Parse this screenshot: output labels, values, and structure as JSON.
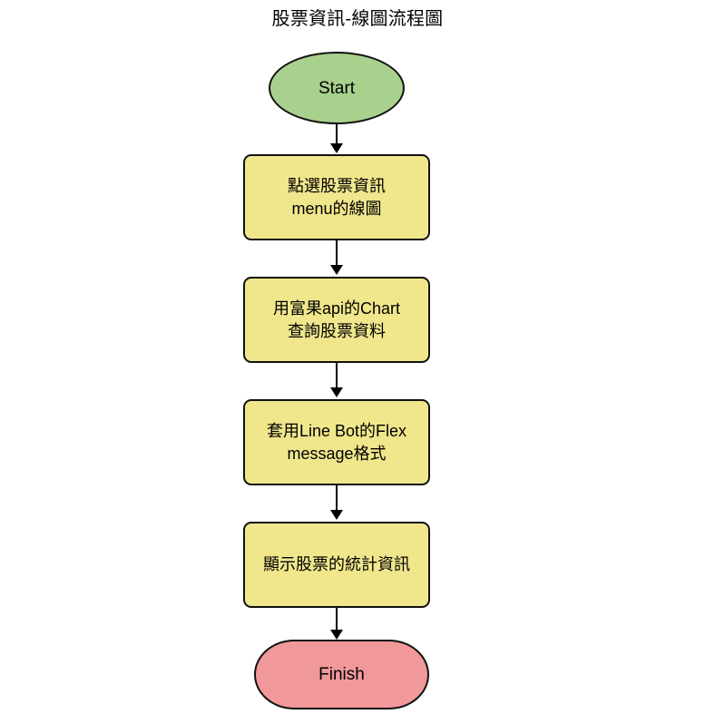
{
  "title": "股票資訊-線圖流程圖",
  "flowchart": {
    "orientation": "top-to-bottom",
    "colors": {
      "start_fill": "#a9d18e",
      "process_fill": "#f0e68c",
      "finish_fill": "#f0989a",
      "stroke": "#111111",
      "background": "#ffffff",
      "text": "#000000"
    },
    "nodes": [
      {
        "id": "start",
        "shape": "ellipse",
        "label": "Start"
      },
      {
        "id": "process-1",
        "shape": "rounded-rect",
        "label": "點選股票資訊\nmenu的線圖"
      },
      {
        "id": "process-2",
        "shape": "rounded-rect",
        "label": "用富果api的Chart\n查詢股票資料"
      },
      {
        "id": "process-3",
        "shape": "rounded-rect",
        "label": "套用Line Bot的Flex\nmessage格式"
      },
      {
        "id": "process-4",
        "shape": "rounded-rect",
        "label": "顯示股票的統計資訊"
      },
      {
        "id": "finish",
        "shape": "stadium",
        "label": "Finish"
      }
    ],
    "edges": [
      {
        "id": "edge-1",
        "from": "start",
        "to": "process-1",
        "label": ""
      },
      {
        "id": "edge-2",
        "from": "process-1",
        "to": "process-2",
        "label": ""
      },
      {
        "id": "edge-3",
        "from": "process-2",
        "to": "process-3",
        "label": ""
      },
      {
        "id": "edge-4",
        "from": "process-3",
        "to": "process-4",
        "label": ""
      },
      {
        "id": "edge-5",
        "from": "process-4",
        "to": "finish",
        "label": ""
      }
    ]
  }
}
